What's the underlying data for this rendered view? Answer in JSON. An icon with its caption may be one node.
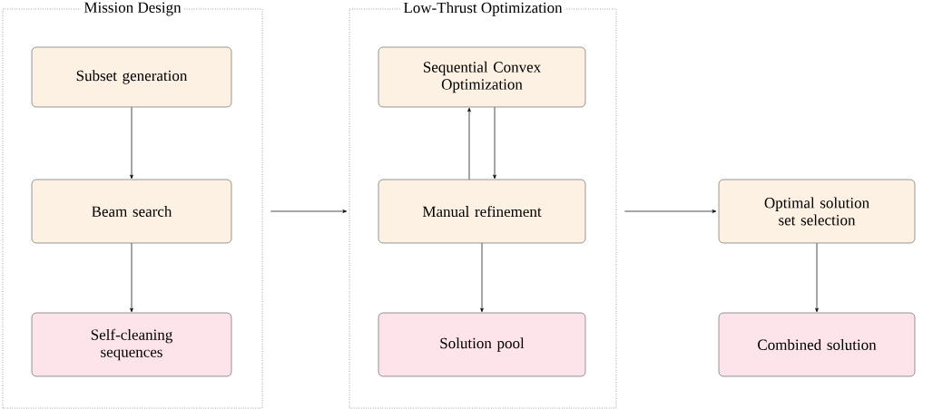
{
  "diagram": {
    "nodes": [
      {
        "text": [
          "Mission Design"
        ]
      },
      {
        "text": [
          "Subset generation"
        ],
        "in": 0
      },
      {
        "text": [
          "Beam search"
        ],
        "in": 0
      },
      {
        "text": [
          "Self-cleaning sequences"
        ],
        "in": 0
      },
      {
        "text": [
          "Low-Thrust Optimization"
        ]
      },
      {
        "text": [
          "Sequential Convex Optimization"
        ],
        "in": 4
      },
      {
        "text": [
          "Manual refinement"
        ],
        "in": 4
      },
      {
        "text": [
          "Solution pool"
        ],
        "in": 4
      },
      {
        "text": [
          "Optimal solution set selection"
        ]
      },
      {
        "text": [
          "Combined solution"
        ]
      }
    ],
    "edges": [
      {
        "from": 1,
        "to": 2,
        "arrow": "to"
      },
      {
        "from": 2,
        "to": 3,
        "arrow": "to"
      },
      {
        "from": 0,
        "to": 4,
        "arrow": "to"
      },
      {
        "from": 6,
        "to": 5,
        "arrow": "to"
      },
      {
        "from": 5,
        "to": 6,
        "arrow": "to"
      },
      {
        "from": 6,
        "to": 7,
        "arrow": "to"
      },
      {
        "from": 4,
        "to": 8,
        "arrow": "to"
      },
      {
        "from": 8,
        "to": 9,
        "arrow": "to"
      }
    ]
  }
}
